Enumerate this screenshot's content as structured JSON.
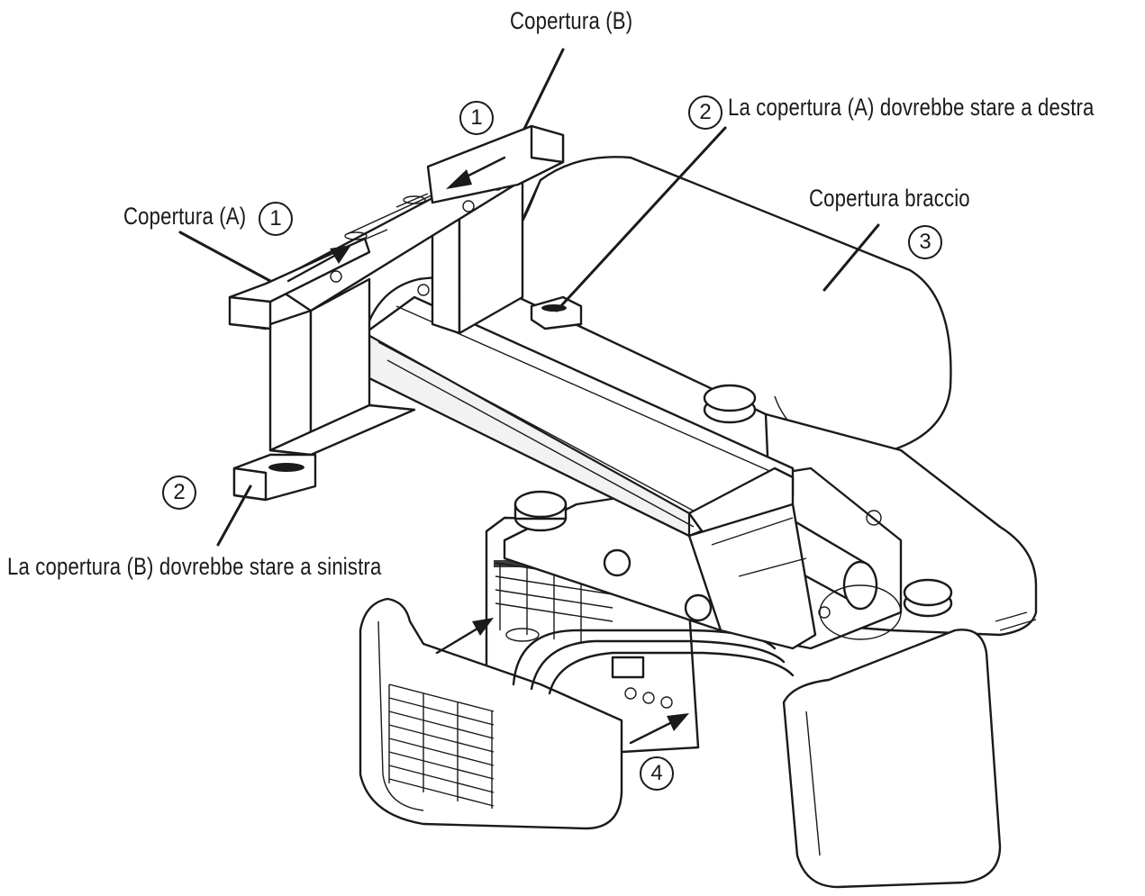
{
  "labels": {
    "cover_b": "Copertura (B)",
    "cover_a": "Copertura (A)",
    "cover_a_right": "La copertura (A) dovrebbe stare a destra",
    "arm_cover": "Copertura braccio",
    "cover_b_left": "La copertura (B) dovrebbe stare a sinistra"
  },
  "steps": {
    "step1_top": "1",
    "step1_left": "1",
    "step2_right": "2",
    "step2_left": "2",
    "step3": "3",
    "step4": "4"
  }
}
